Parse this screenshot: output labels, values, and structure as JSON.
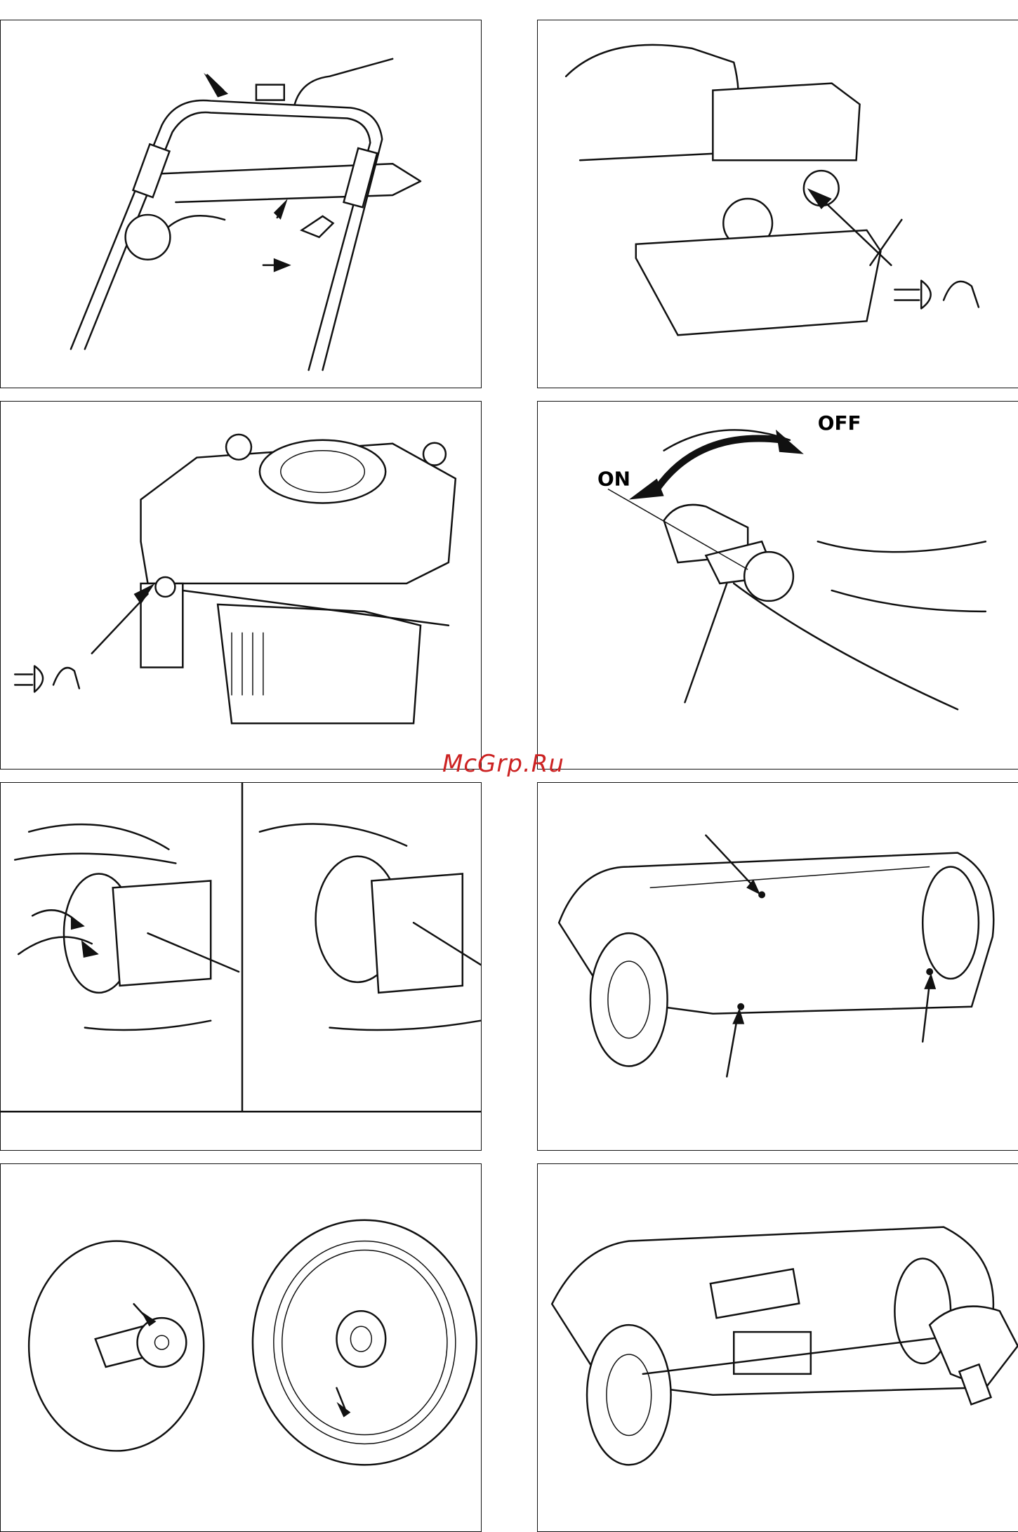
{
  "watermark": "McGrp.Ru",
  "panels": [
    {
      "id": 1,
      "icon": "handlebar-controls"
    },
    {
      "id": 2,
      "icon": "fuel-primer-bulb",
      "symbol": "primer-press-icon"
    },
    {
      "id": 3,
      "icon": "engine-primer",
      "symbol": "primer-press-icon"
    },
    {
      "id": 4,
      "icon": "fuel-valve",
      "labels": {
        "on": "ON",
        "off": "OFF"
      }
    },
    {
      "id": 5,
      "icon": "wheel-removal-hands"
    },
    {
      "id": 6,
      "icon": "deck-grease-points"
    },
    {
      "id": 7,
      "icon": "wheel-gear-drive"
    },
    {
      "id": 8,
      "icon": "drive-unit-lubrication"
    }
  ]
}
